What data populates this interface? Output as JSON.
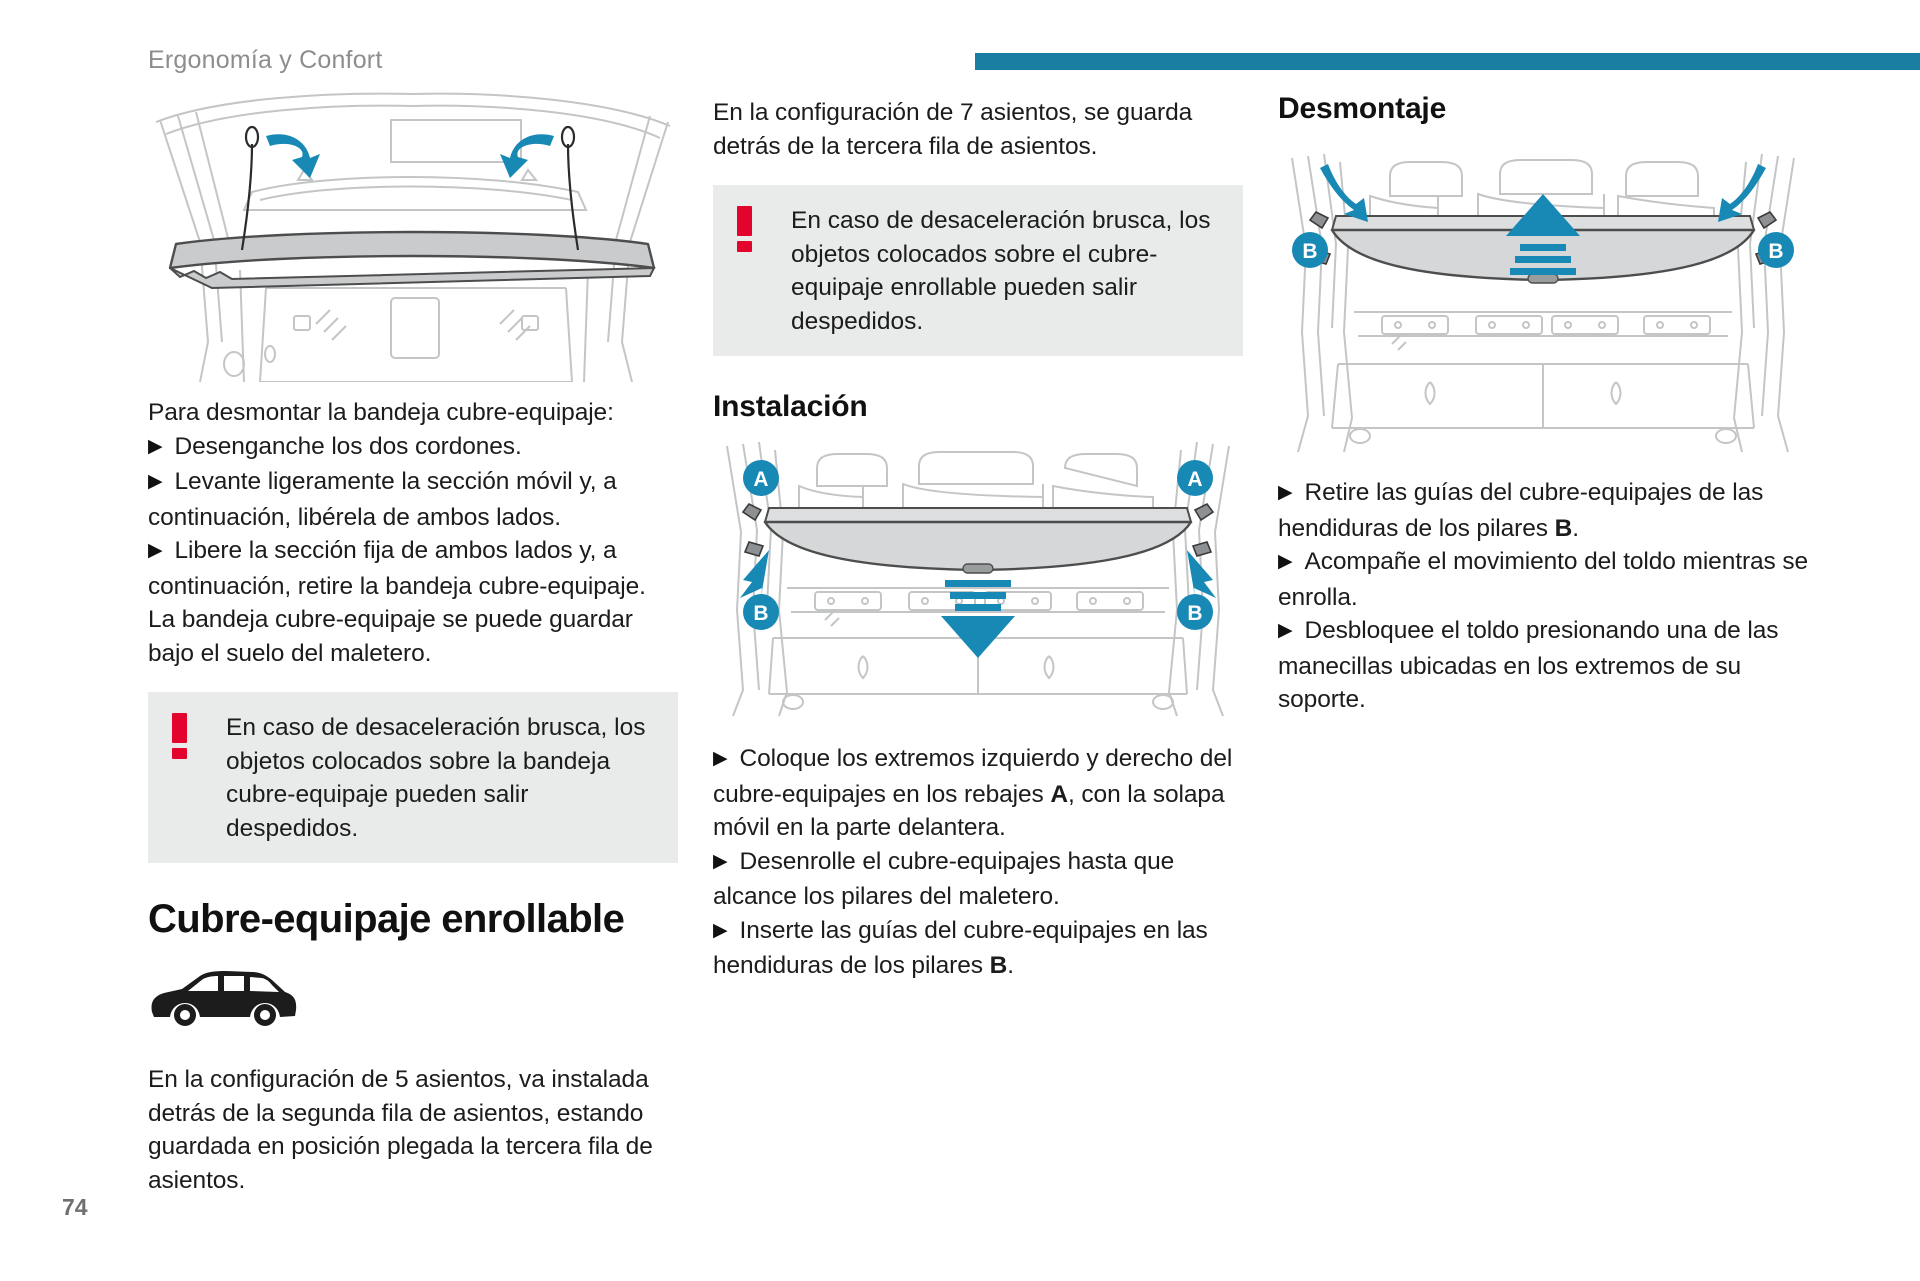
{
  "header": {
    "section_title": "Ergonomía y Confort",
    "rule_color": "#1a7ea3"
  },
  "page_number": "74",
  "colors": {
    "accent_teal": "#1a7ea3",
    "badge_teal": "#1789b4",
    "warning_red": "#e2042c",
    "warning_box_bg": "#e9eaea",
    "line_gray": "#bdbdbd",
    "panel_gray": "#d7d9da"
  },
  "left_column": {
    "figure": {
      "name": "parcel-shelf-trunk-view",
      "alt": "Vista del maletero con la bandeja cubre-equipaje y los cordones"
    },
    "intro": "Para desmontar la bandeja cubre-equipaje:",
    "bullets": [
      "Desenganche los dos cordones.",
      "Levante ligeramente la sección móvil y, a continuación, libérela de ambos lados.",
      "Libere la sección fija de ambos lados y, a continuación, retire la bandeja cubre-equipaje."
    ],
    "after_text": "La bandeja cubre-equipaje se puede guardar bajo el suelo del maletero.",
    "warning": "En caso de desaceleración brusca, los objetos colocados sobre la bandeja cubre-equipaje pueden salir despedidos.",
    "heading": "Cubre-equipaje enrollable",
    "car_icon": "car-side-icon",
    "paragraph": "En la configuración de 5 asientos, va instalada detrás de la segunda fila de asientos, estando guardada en posición plegada la tercera fila de asientos."
  },
  "middle_column": {
    "intro": "En la configuración de 7 asientos, se guarda detrás de la tercera fila de asientos.",
    "warning": "En caso de desaceleración brusca, los objetos colocados sobre el cubre-equipaje enrollable pueden salir despedidos.",
    "heading": "Instalación",
    "figure": {
      "name": "roller-cover-installation",
      "alt": "Instalación del cubre-equipajes enrollable con marcas A y B",
      "markers": [
        "A",
        "A",
        "B",
        "B"
      ],
      "arrow_direction": "down"
    },
    "bullets": [
      "Coloque los extremos izquierdo y derecho del cubre-equipajes en los rebajes A, con la solapa móvil en la parte delantera.",
      "Desenrolle el cubre-equipajes hasta que alcance los pilares del maletero.",
      "Inserte las guías del cubre-equipajes en las hendiduras de los pilares B."
    ]
  },
  "right_column": {
    "heading": "Desmontaje",
    "figure": {
      "name": "roller-cover-removal",
      "alt": "Desmontaje del cubre-equipajes enrollable con marcas B",
      "markers": [
        "B",
        "B"
      ],
      "arrow_direction": "up"
    },
    "bullets": [
      "Retire las guías del cubre-equipajes de las hendiduras de los pilares B.",
      "Acompañe el movimiento del toldo mientras se enrolla.",
      "Desbloquee el toldo presionando una de las manecillas ubicadas en los extremos de su soporte."
    ]
  }
}
